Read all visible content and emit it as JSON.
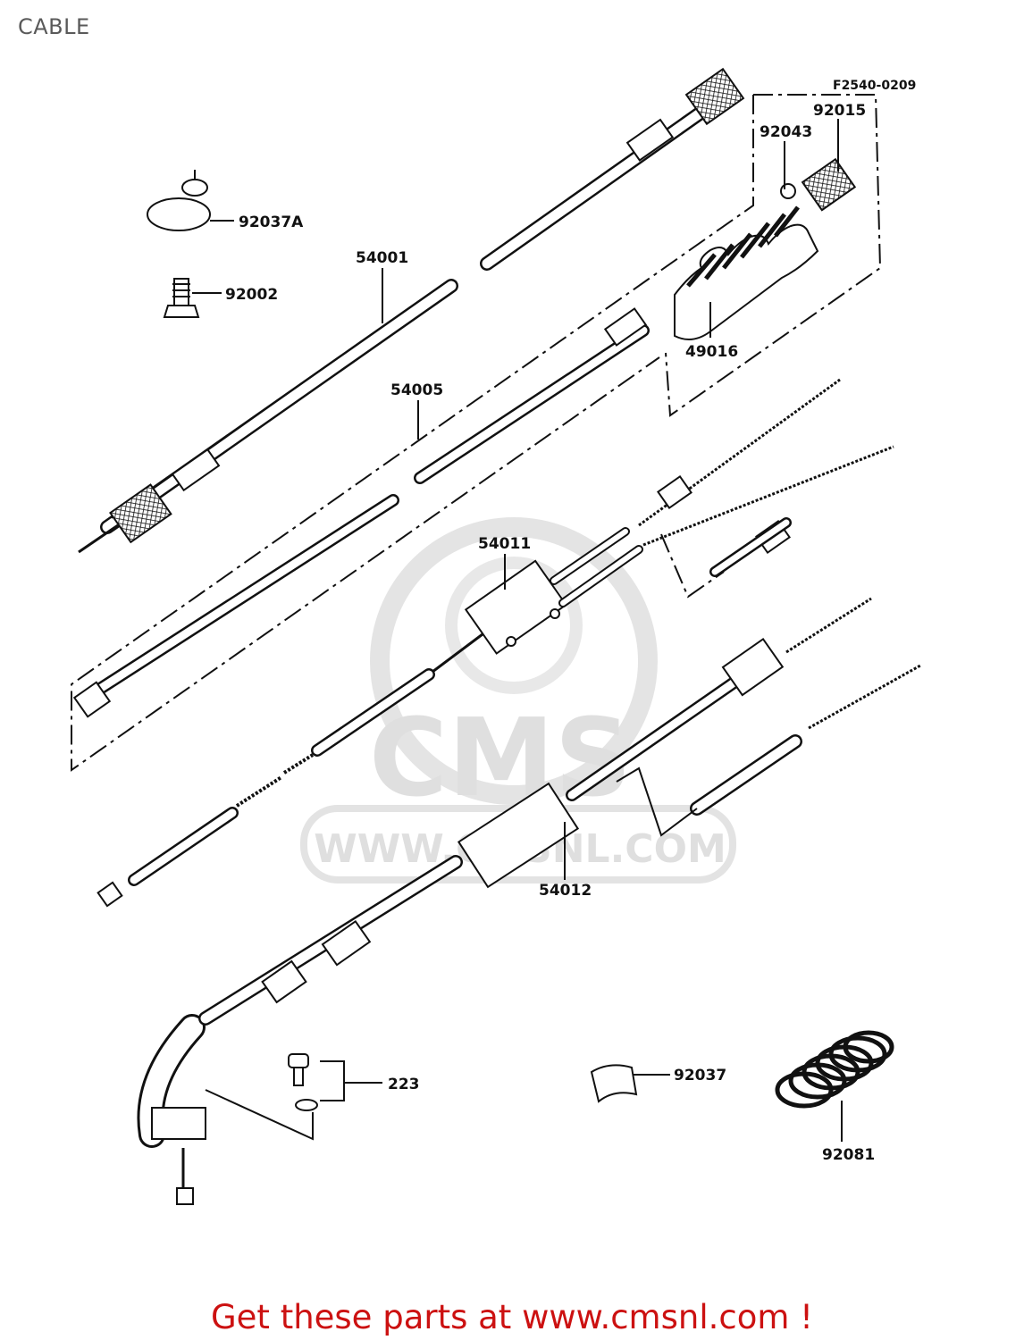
{
  "page": {
    "title": "CABLE"
  },
  "diagram": {
    "ref_code": "F2540-0209",
    "part_labels": {
      "p92037A": "92037A",
      "p92002": "92002",
      "p54001": "54001",
      "p54005": "54005",
      "p92043": "92043",
      "p92015": "92015",
      "p49016": "49016",
      "p54011": "54011",
      "p54012": "54012",
      "p223": "223",
      "p92037": "92037",
      "p92081": "92081"
    }
  },
  "watermark": {
    "logo_text": "CMS",
    "url_text": "WWW.CMSNL.COM"
  },
  "footer": {
    "text": "Get these parts at www.cmsnl.com !"
  },
  "colors": {
    "footer": "#cc1111",
    "line": "#111111",
    "watermark": "#dcdcdc"
  }
}
